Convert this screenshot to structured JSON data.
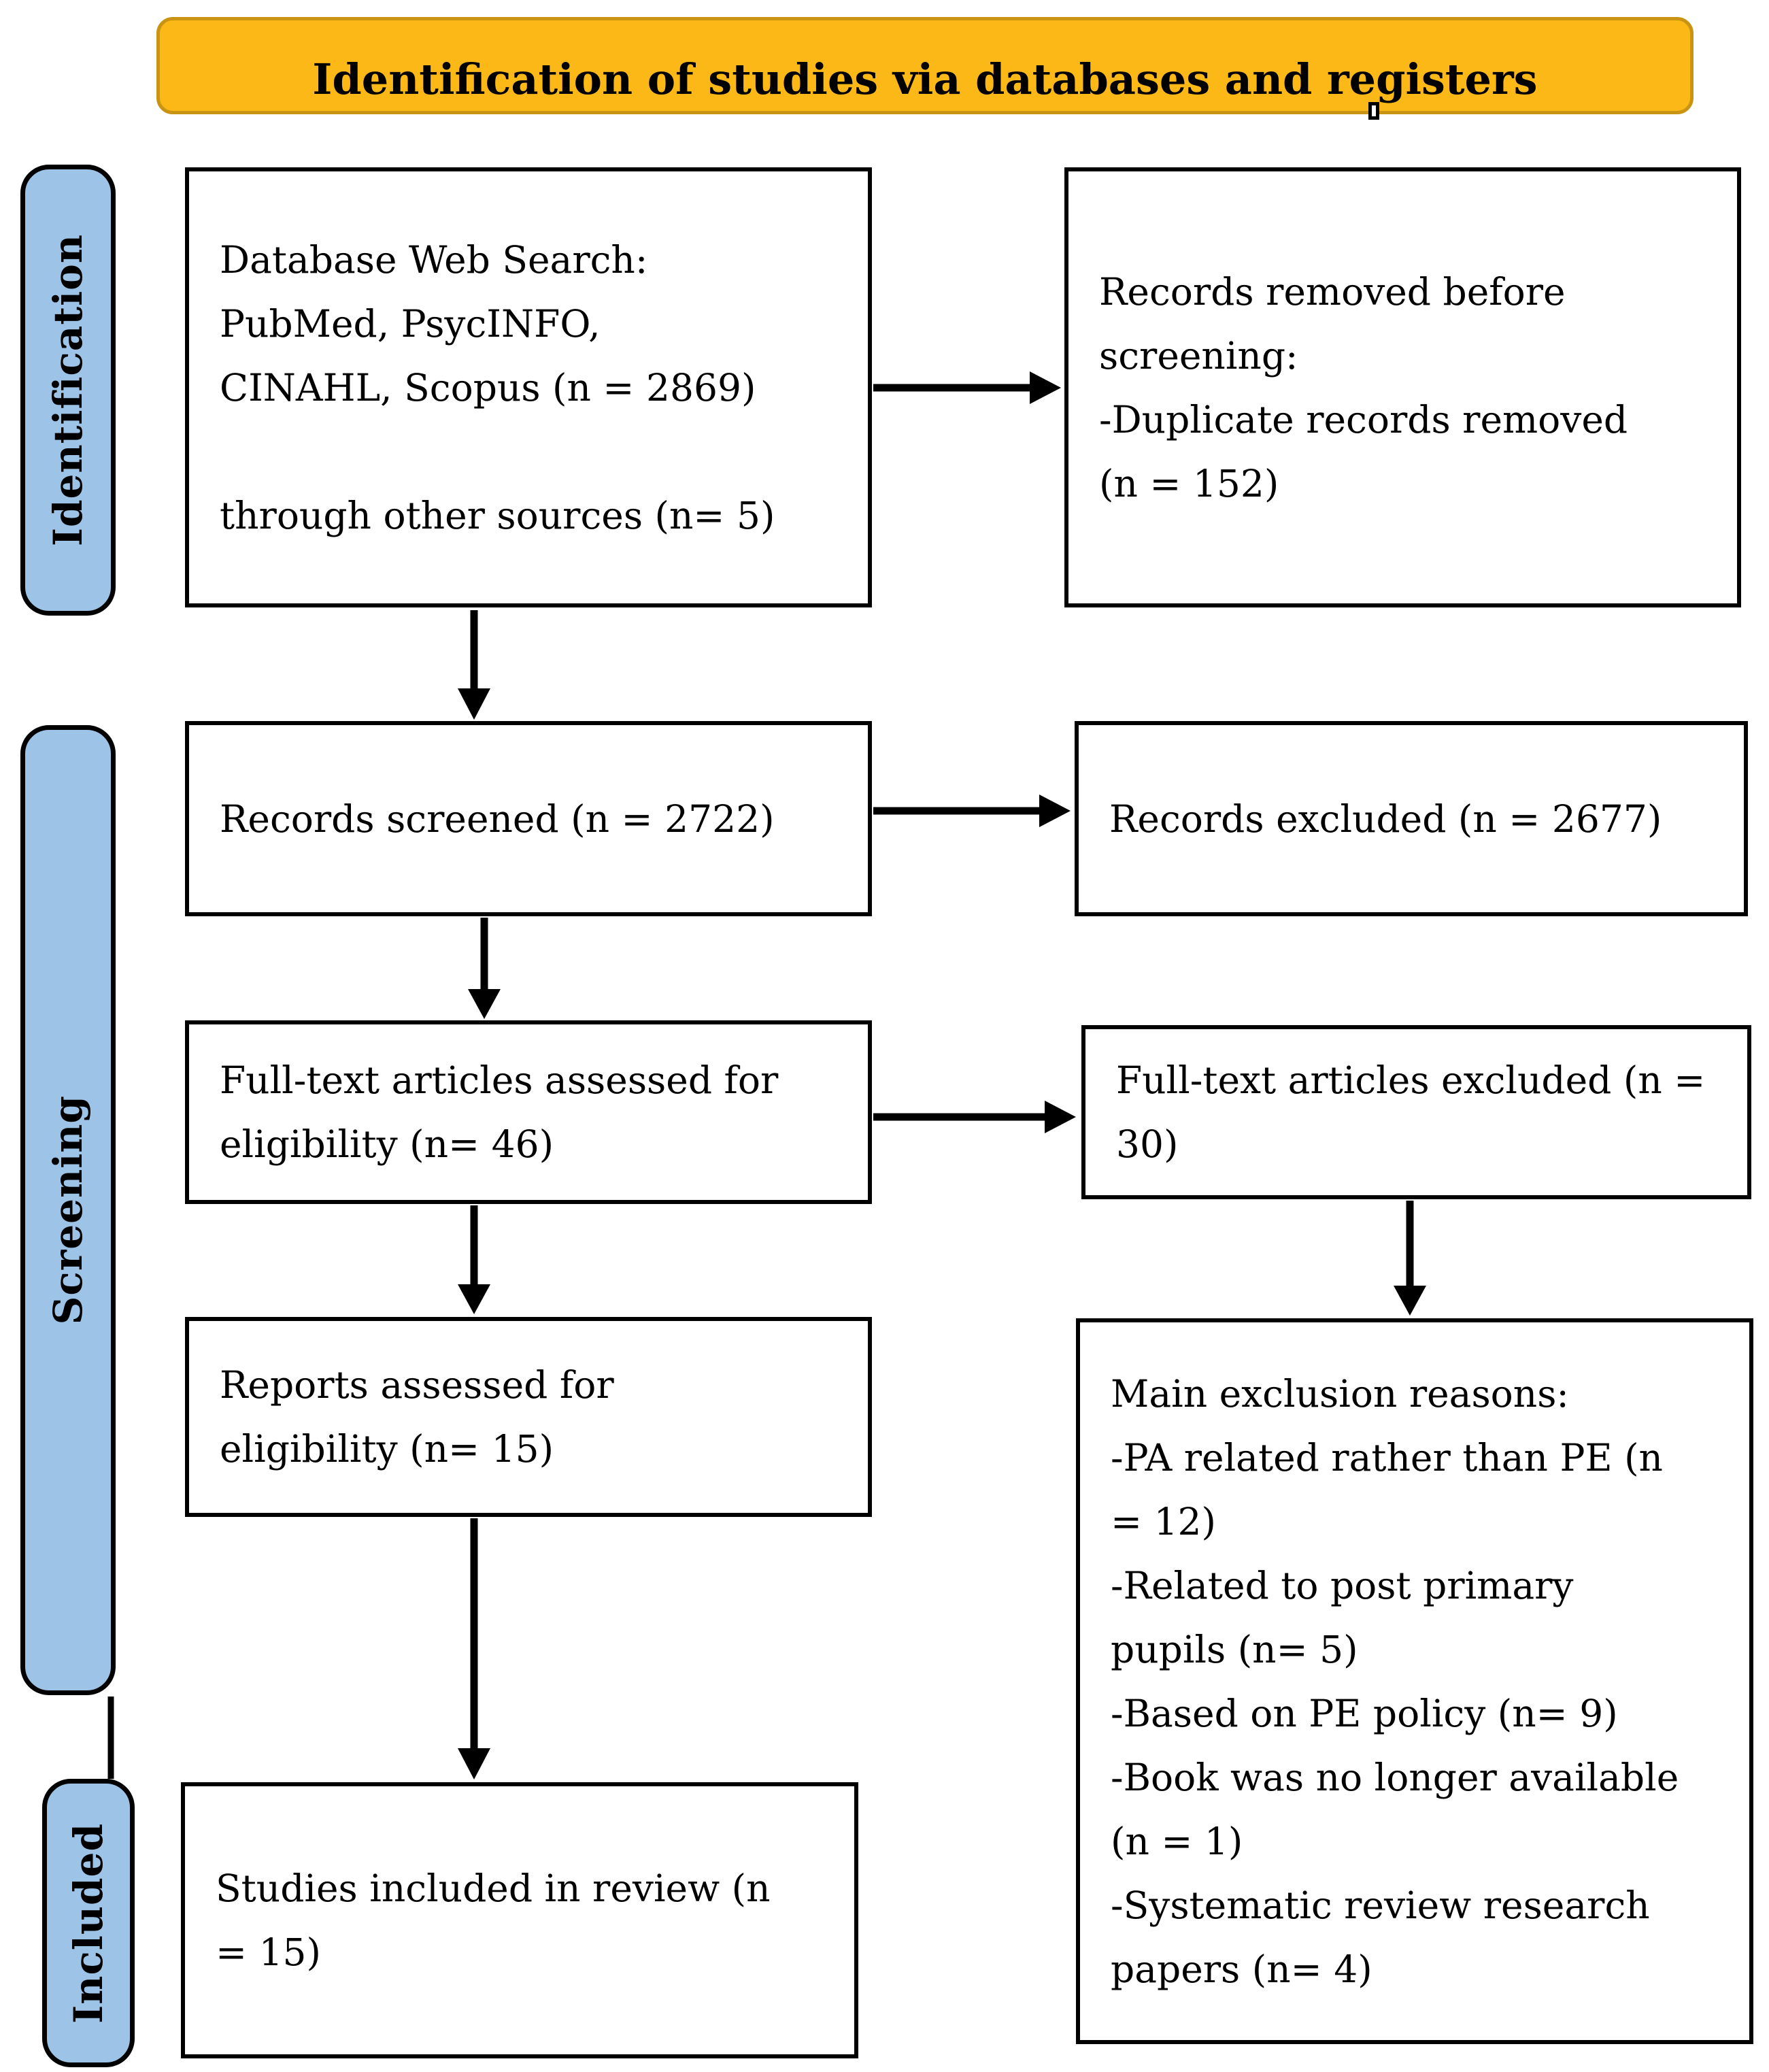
{
  "banner": {
    "label": "Identification of studies via databases and registers"
  },
  "stages": [
    {
      "label": "Identification"
    },
    {
      "label": "Screening"
    },
    {
      "label": "Included"
    }
  ],
  "boxes": {
    "db_search": {
      "lines": [
        "Database Web Search:",
        "PubMed, PsycINFO,",
        "CINAHL, Scopus (n = 2869)",
        "",
        "through other sources (n= 5)"
      ]
    },
    "records_removed": {
      "lines": [
        "Records removed before",
        "screening:",
        "-Duplicate records removed",
        "(n = 152)"
      ]
    },
    "records_screened": {
      "lines": [
        "Records screened (n = 2722)"
      ]
    },
    "records_excluded": {
      "lines": [
        "Records excluded (n = 2677)"
      ]
    },
    "fulltext_assessed": {
      "lines": [
        "Full-text articles assessed for",
        "eligibility (n= 46)"
      ]
    },
    "fulltext_excluded": {
      "lines": [
        "Full-text articles excluded (n =",
        "30)"
      ]
    },
    "reports_assessed": {
      "lines": [
        "Reports assessed for",
        "eligibility (n= 15)"
      ]
    },
    "main_exclusions": {
      "lines": [
        "Main exclusion reasons:",
        "-PA related rather than PE (n",
        "= 12)",
        "-Related to post primary",
        "pupils  (n= 5)",
        "-Based on PE policy (n= 9)",
        "-Book was no longer available",
        "(n = 1)",
        "-Systematic review research",
        "papers (n= 4)"
      ]
    },
    "studies_included": {
      "lines": [
        "Studies included in review (n",
        "= 15)"
      ]
    }
  },
  "colors": {
    "banner_fill": "#FBB817",
    "banner_border": "#C99413",
    "stage_fill": "#9DC3E6",
    "line_color": "#000000"
  }
}
